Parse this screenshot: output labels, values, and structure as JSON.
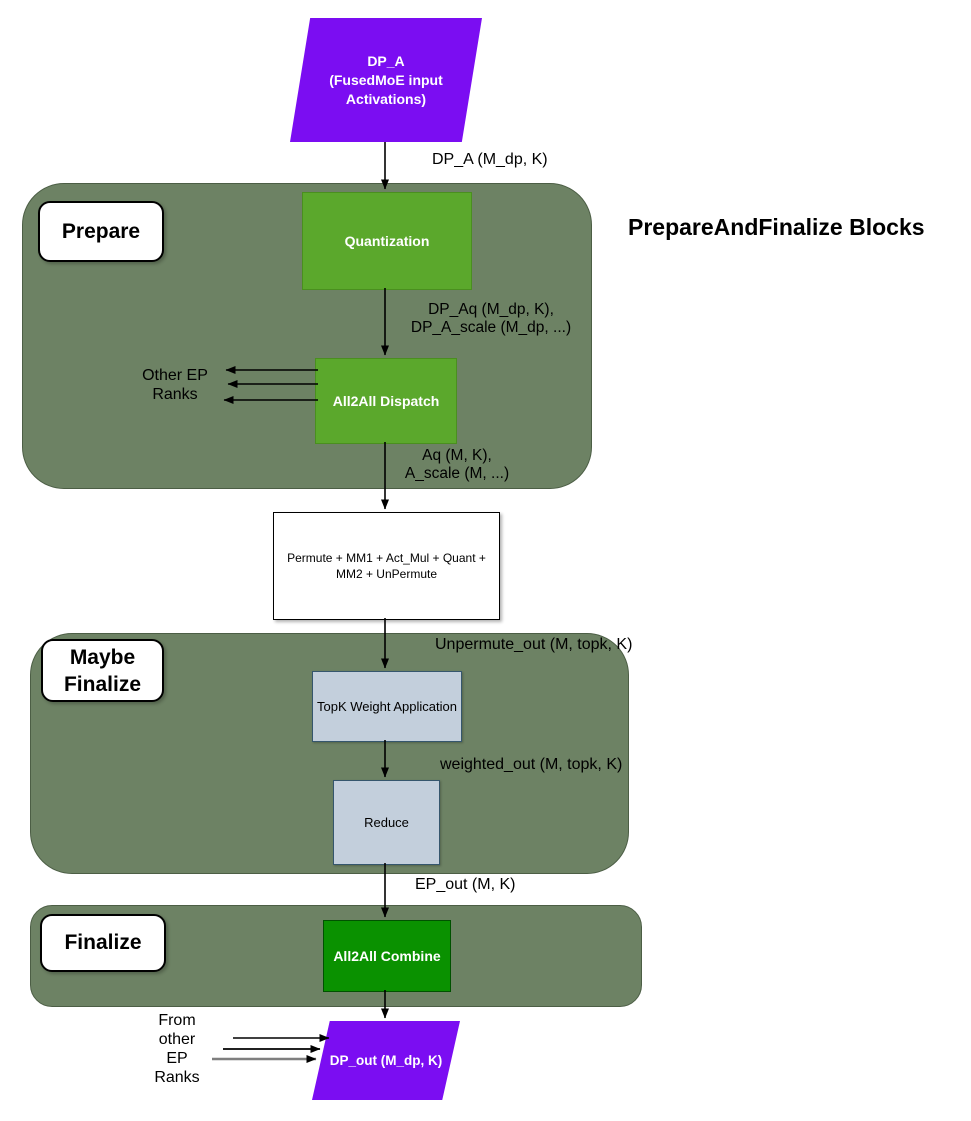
{
  "title": "PrepareAndFinalize Blocks",
  "colors": {
    "container_fill": "#6d8264",
    "container_border": "#4c5e45",
    "bright_green_fill": "#5ba82c",
    "bright_green_border": "#4a8f1f",
    "combine_green_fill": "#0a9100",
    "combine_green_border": "#005200",
    "purple_fill": "#7b0df2",
    "blue_fill": "#c3cfdc",
    "blue_border": "#35566d",
    "gray_arrow": "#7f7f7f"
  },
  "groups": {
    "prepare": "Prepare",
    "maybe": "Maybe\nFinalize",
    "finalize": "Finalize"
  },
  "nodes": {
    "input": "DP_A\n(FusedMoE input\nActivations)",
    "quantization": "Quantization",
    "dispatch": "All2All Dispatch",
    "process": "Permute + MM1 + Act_Mul + Quant +\nMM2 + UnPermute",
    "topk": "TopK Weight Application",
    "reduce": "Reduce",
    "combine": "All2All Combine",
    "output": "DP_out (M_dp, K)"
  },
  "edge_labels": {
    "dp_a": "DP_A (M_dp, K)",
    "dp_aq": "DP_Aq (M_dp, K),\nDP_A_scale (M_dp, ...)",
    "aq": "Aq (M, K),\nA_scale (M, ...)",
    "unpermute": "Unpermute_out (M, topk, K)",
    "weighted": "weighted_out (M, topk, K)",
    "ep_out": "EP_out (M, K)"
  },
  "annotations": {
    "other_ep": "Other EP\nRanks",
    "from_other": "From\nother\nEP\nRanks"
  }
}
